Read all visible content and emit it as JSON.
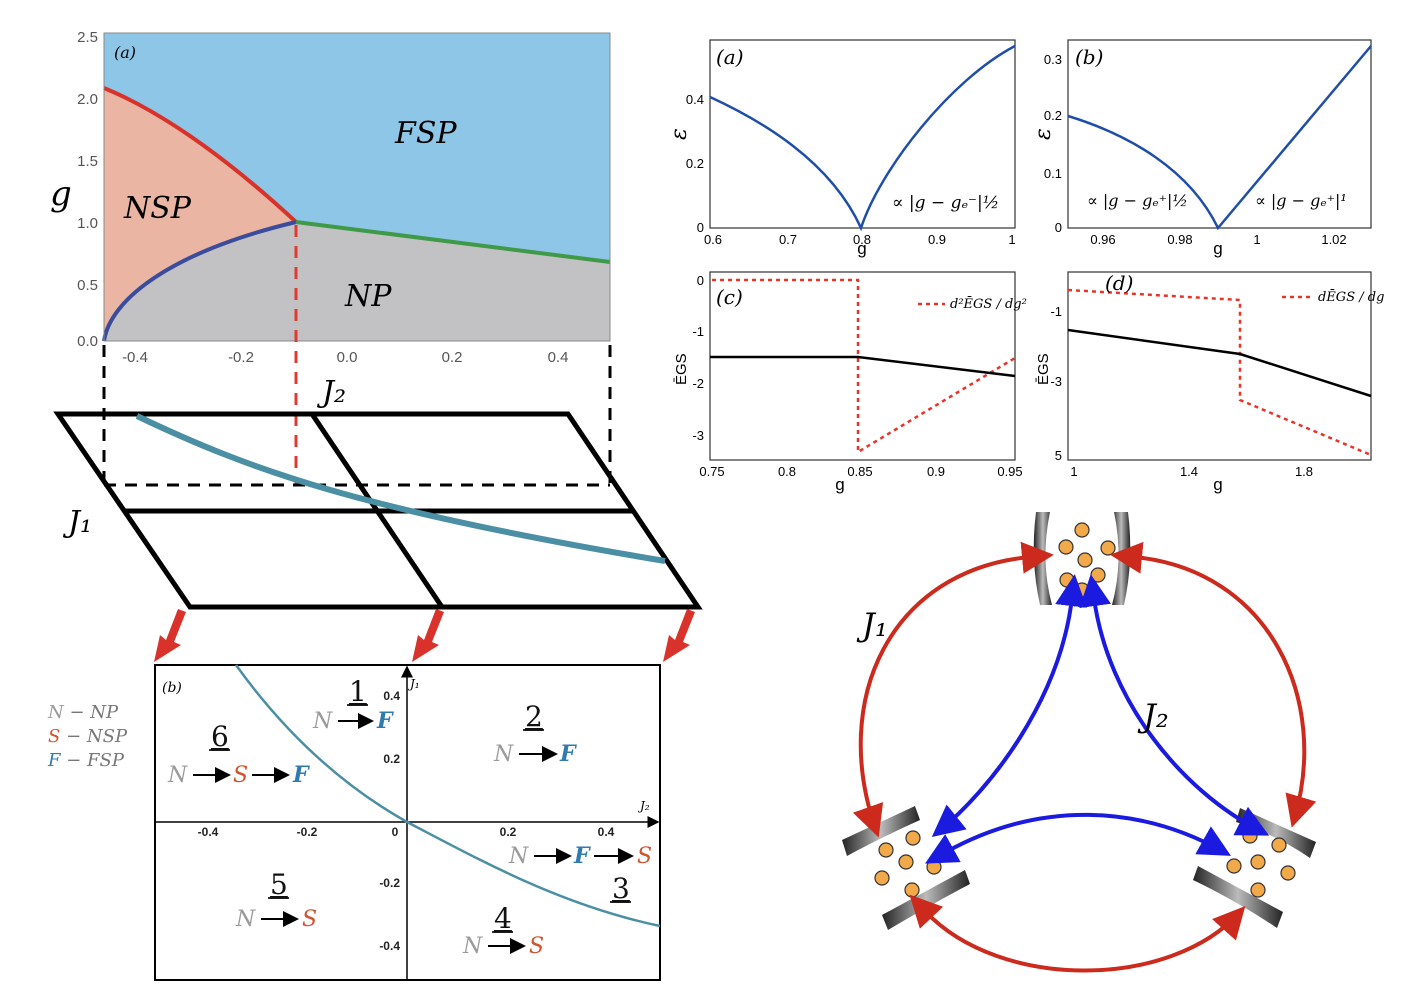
{
  "figure_left": {
    "panel_label": "(a)",
    "y_axis_label": "g",
    "x_axis_label": "J₂",
    "x_ticks": [
      "-0.4",
      "-0.2",
      "0.0",
      "0.2",
      "0.4"
    ],
    "y_ticks": [
      "0.0",
      "0.5",
      "1.0",
      "1.5",
      "2.0",
      "2.5"
    ],
    "regions": {
      "fsp": "FSP",
      "nsp": "NSP",
      "np": "NP"
    },
    "lattice_j1_label": "J₁",
    "lattice_j2_label": "J₂",
    "colors": {
      "fsp": "#8ec6e8",
      "nsp": "#eab6a3",
      "np": "#c2c2c4",
      "red_line": "#d9322a",
      "blue_line": "#3a4c9b",
      "green_line": "#3f9a47",
      "teal": "#4a8fa3"
    }
  },
  "panel_b": {
    "label": "(b)",
    "axis_j1": "J₁",
    "axis_j2": "J₂",
    "x_ticks": [
      "-0.4",
      "-0.2",
      "0",
      "0.2",
      "0.4"
    ],
    "y_ticks": [
      "0.4",
      "0.2",
      "-0.2",
      "-0.4"
    ],
    "legend": [
      {
        "letter": "N",
        "rest": " − NP"
      },
      {
        "letter": "S",
        "rest": " − NSP"
      },
      {
        "letter": "F",
        "rest": " − FSP"
      }
    ],
    "regions": [
      {
        "num": "1",
        "seq": [
          "N",
          "F"
        ]
      },
      {
        "num": "2",
        "seq": [
          "N",
          "F"
        ]
      },
      {
        "num": "3",
        "seq": [
          "N",
          "F",
          "S"
        ]
      },
      {
        "num": "4",
        "seq": [
          "N",
          "S"
        ]
      },
      {
        "num": "5",
        "seq": [
          "N",
          "S"
        ]
      },
      {
        "num": "6",
        "seq": [
          "N",
          "S",
          "F"
        ]
      }
    ],
    "colors": {
      "N": "#9a9a9a",
      "S": "#d0542e",
      "F": "#2f7bb0"
    }
  },
  "plots": {
    "a": {
      "label": "(a)",
      "ylabel": "ε",
      "xlabel": "g",
      "x_ticks": [
        "0.6",
        "0.7",
        "0.8",
        "0.9",
        "1"
      ],
      "y_ticks": [
        "0",
        "0.2",
        "0.4"
      ],
      "annotation": "∝ |g − gₑ⁻|½"
    },
    "b": {
      "label": "(b)",
      "ylabel": "ε",
      "xlabel": "g",
      "x_ticks": [
        "0.96",
        "0.98",
        "1",
        "1.02"
      ],
      "y_ticks": [
        "0",
        "0.1",
        "0.2",
        "0.3"
      ],
      "annotation_left": "∝ |g − gₑ⁺|½",
      "annotation_right": "∝ |g − gₑ⁺|¹"
    },
    "c": {
      "label": "(c)",
      "ylabel": "ĒGS",
      "xlabel": "g",
      "x_ticks": [
        "0.75",
        "0.8",
        "0.85",
        "0.9",
        "0.95"
      ],
      "y_ticks": [
        "0",
        "-1",
        "-2",
        "-3"
      ],
      "legend": "d²ĒGS / dg²"
    },
    "d": {
      "label": "(d)",
      "ylabel": "ĒGS",
      "xlabel": "g",
      "x_ticks": [
        "1",
        "1.4",
        "1.8"
      ],
      "y_ticks": [
        "-1",
        "-3",
        "5"
      ],
      "legend": "dĒGS / dg"
    }
  },
  "cavity_diagram": {
    "j1_label": "J₁",
    "j2_label": "J₂",
    "colors": {
      "red": "#cc2a1c",
      "blue": "#1b1be0",
      "atom": "#f2a94a"
    }
  }
}
